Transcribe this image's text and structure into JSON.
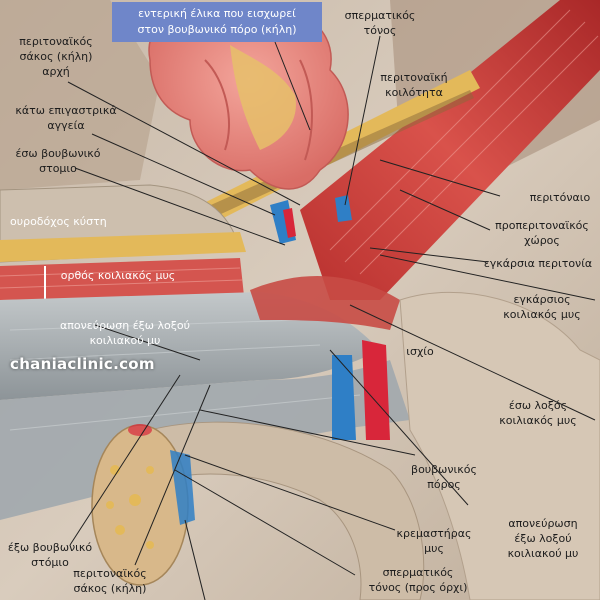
{
  "title_box": {
    "text": "εντερική έλικα που εισχωρεί\nστον βουβωνικό πόρο (κήλη)"
  },
  "watermark": "chaniaclinic.com",
  "labels": {
    "peritoneal_sac_start": "περιτοναϊκός\nσάκος (κήλη)\nαρχή",
    "inferior_epigastric": "κάτω επιγαστρικά\nαγγεία",
    "deep_inguinal_ring": "έσω βουβωνικό\nστομιο",
    "bladder": "ουροδόχος κύστη",
    "rectus": "ορθός κοιλιακός μυς",
    "ext_oblique_aponeurosis_left": "απονεύρωση έξω λοξού\nκοιλιακού μυ",
    "spermatic_cord_top": "σπερματικός\nτόνος",
    "peritoneal_cavity": "περιτοναϊκή\nκοιλότητα",
    "peritoneum": "περιτόναιο",
    "preperitoneal_space": "προπεριτοναϊκός\nχώρος",
    "transversalis_fascia": "εγκάρσια περιτονία",
    "transversus_muscle": "εγκάρσιος\nκοιλιακός μυς",
    "hip": "ισχίο",
    "internal_oblique": "έσω λοξός\nκοιλιακός μυς",
    "inguinal_canal": "βουβωνικός\nπόρος",
    "cremaster": "κρεμαστήρας\nμυς",
    "spermatic_cord_testis": "σπερματικός\nτόνος (προς όρχι)",
    "ext_oblique_aponeurosis_right": "απονεύρωση\nέξω λοξού\nκοιλιακού μυ",
    "deep_inguinal_ring_bottom": "έξω βουβωνικό\nστόμιο",
    "peritoneal_sac_bottom": "περιτοναϊκός\nσάκος (κήλη)"
  },
  "colors": {
    "title_box": "#6f86c9",
    "intestine": "#e8847c",
    "muscle": "#c7433f",
    "artery": "#d8263a",
    "vein": "#2f7fc6",
    "fascia": "#a7adb0",
    "fat": "#e3b95a"
  }
}
